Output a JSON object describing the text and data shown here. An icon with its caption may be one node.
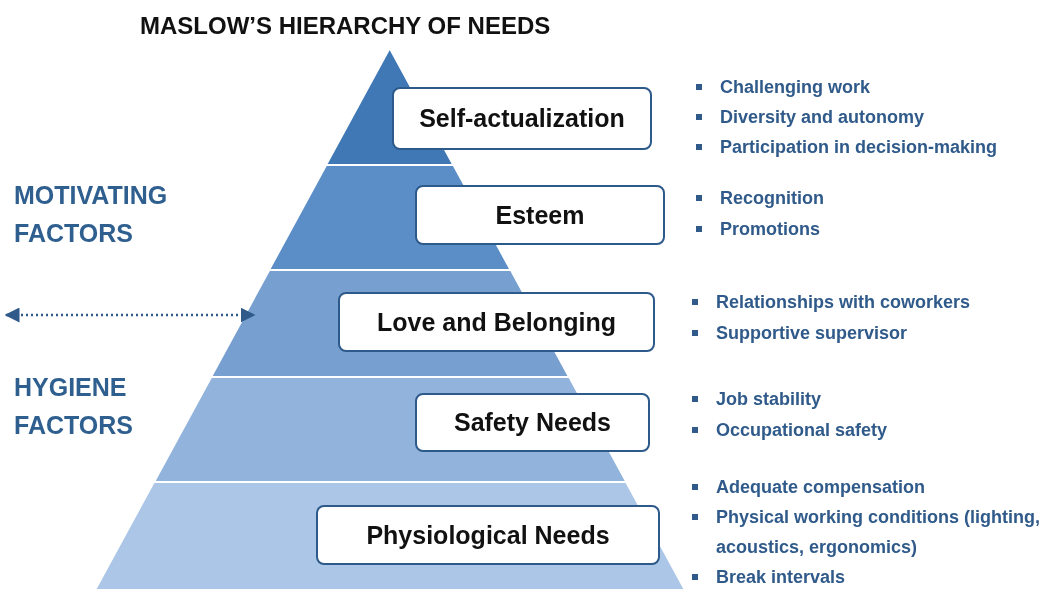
{
  "diagram": {
    "title": "MASLOW’S HIERARCHY OF NEEDS",
    "nodes": [
      {
        "text": [
          "Self-actualization"
        ],
        "beside": [
          "Challenging work",
          "Diversity and autonomy",
          "Participation in decision-making"
        ]
      },
      {
        "text": [
          "Esteem"
        ],
        "beside": [
          "Recognition",
          "Promotions"
        ]
      },
      {
        "text": [
          "Love and Belonging"
        ],
        "beside": [
          "Relationships with coworkers",
          "Supportive supervisor"
        ]
      },
      {
        "text": [
          "Safety Needs"
        ],
        "beside": [
          "Job stability",
          "Occupational safety"
        ]
      },
      {
        "text": [
          "Physiological Needs"
        ],
        "beside": [
          "Adequate compensation",
          "Physical working conditions (lighting, acoustics, ergonomics)",
          "Break intervals"
        ]
      }
    ],
    "edges": [],
    "labels": [
      "MOTIVATING FACTORS",
      "HYGIENE FACTORS"
    ]
  }
}
